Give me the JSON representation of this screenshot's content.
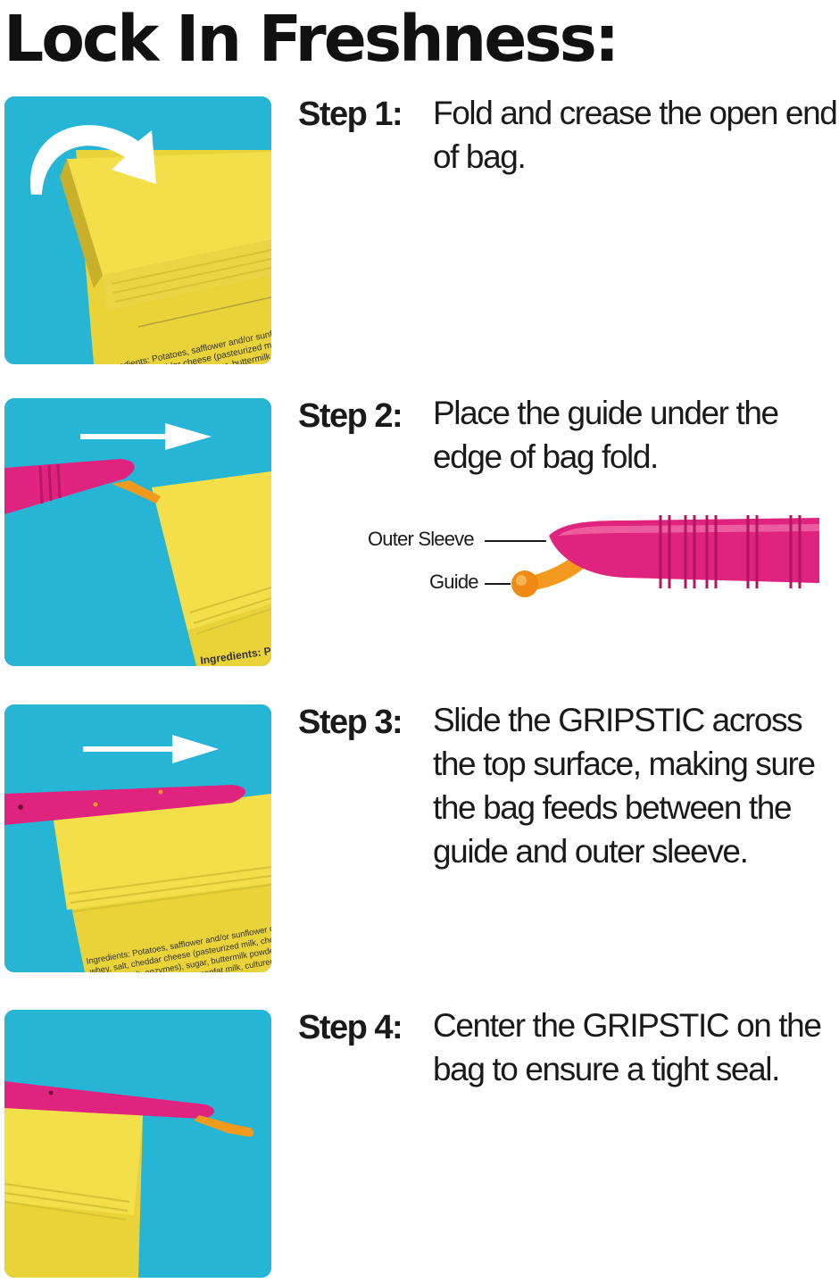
{
  "page": {
    "title": "Lock In Freshness:"
  },
  "steps": [
    {
      "label": "Step 1:",
      "text": "Fold and crease the open end of bag."
    },
    {
      "label": "Step 2:",
      "text": "Place the guide under the edge of bag fold."
    },
    {
      "label": "Step 3:",
      "text": "Slide the GRIPSTIC across the top surface, making sure the bag feeds between the guide and outer sleeve."
    },
    {
      "label": "Step 4:",
      "text": "Center the GRIPSTIC on the bag to ensure a tight seal."
    }
  ],
  "diagram": {
    "outer_sleeve_label": "Outer Sleeve",
    "guide_label": "Guide"
  },
  "package_text": {
    "panel1_line1": "Ingredients: Potatoes, safflower and/or sunflower",
    "panel1_line2": "whey, salt, cheddar cheese (pasteurized milk, ch",
    "panel1_line3": "sugar, buttermilk pow",
    "panel2_line1": "Ingredients: Pot",
    "panel3_line1": "Ingredients: Potatoes, safflower and/or sunflower oil,",
    "panel3_line2": "whey, salt, cheddar cheese (pasteurized milk, cheese",
    "panel3_line3": "cultures, salt, enzymes), sugar, buttermilk powder,",
    "panel3_line4": "(cream, nonfat milk, cultured), butter"
  },
  "colors": {
    "panel_bg": "#27b5d6",
    "bag": "#f0dc3c",
    "gripstic": "#e0237e",
    "guide": "#f29a1e",
    "arrow": "#ffffff"
  }
}
